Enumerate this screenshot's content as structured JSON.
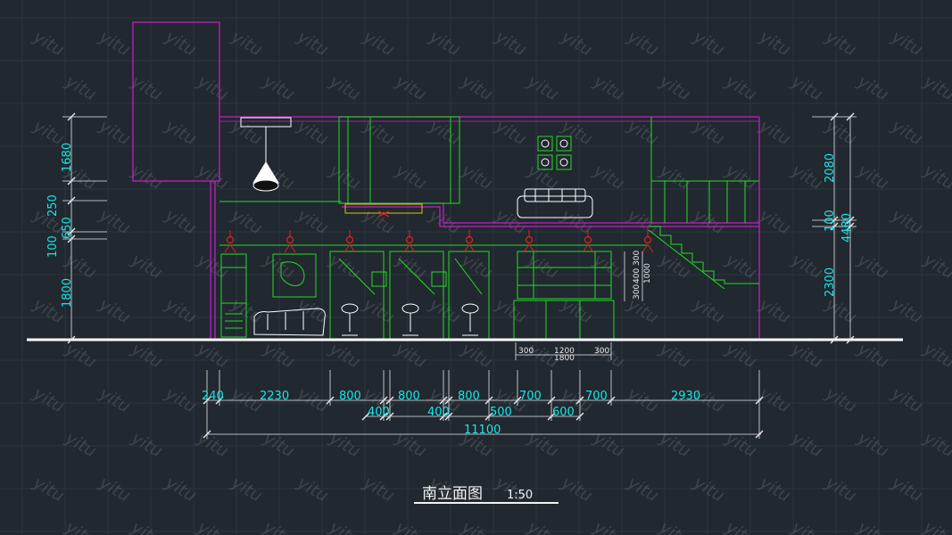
{
  "watermark": "yitu",
  "title": {
    "name": "南立面图",
    "scale": "1:50"
  },
  "dims_bottom_row1": [
    "240",
    "2230",
    "800",
    "800",
    "800",
    "700",
    "700",
    "2930"
  ],
  "dims_bottom_row2": [
    "400",
    "400",
    "500",
    "600"
  ],
  "dim_total": "11100",
  "dims_left": [
    "1680",
    "250",
    "650",
    "100",
    "1800"
  ],
  "dims_right": [
    "2080",
    "100",
    "4480",
    "2300"
  ],
  "dims_desk": [
    "300",
    "1200",
    "1800",
    "300"
  ],
  "dims_bed": [
    "300",
    "400",
    "300",
    "1000"
  ],
  "colors": {
    "background": "#212830",
    "grid": "#2c343e",
    "structure": "#c020c0",
    "furniture": "#22dd22",
    "dimension": "#18e6e6",
    "light": "#e02222",
    "ground": "#ffffff"
  }
}
